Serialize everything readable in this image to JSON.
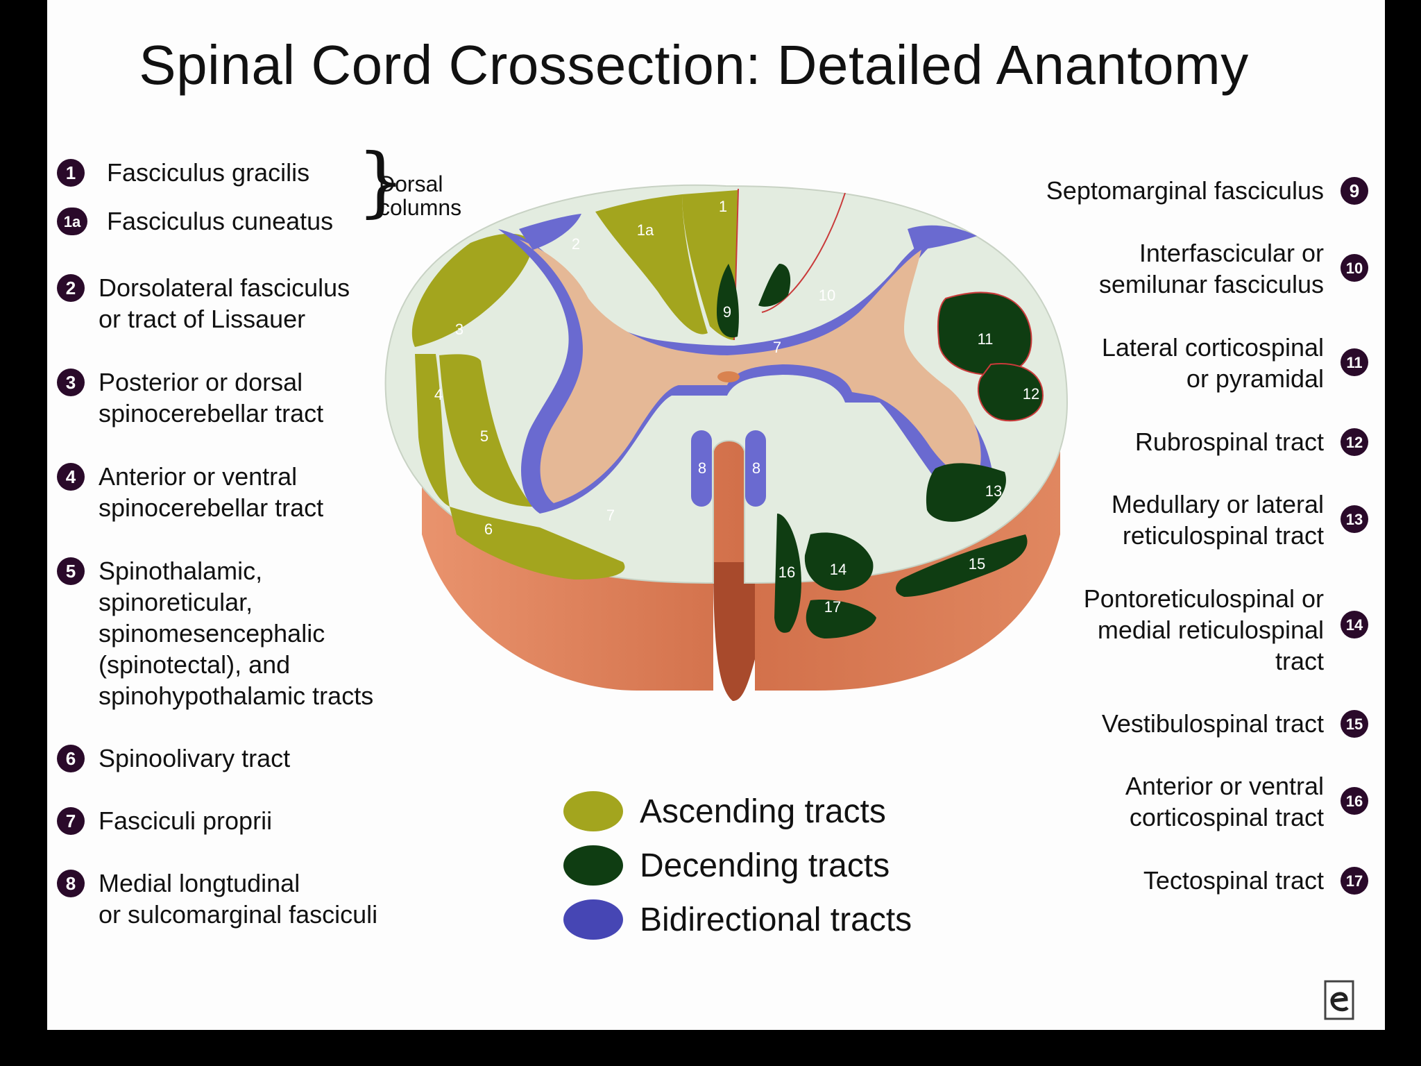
{
  "title": "Spinal Cord Crossection: Detailed Anantomy",
  "dorsal_columns_label": "Dorsal\ncolumns",
  "left_items": [
    {
      "num": "1",
      "text": "Fasciculus gracilis"
    },
    {
      "num": "1a",
      "text": "Fasciculus cuneatus"
    },
    {
      "num": "2",
      "text": "Dorsolateral fasciculus\nor tract of Lissauer"
    },
    {
      "num": "3",
      "text": "Posterior or dorsal\nspinocerebellar tract"
    },
    {
      "num": "4",
      "text": "Anterior or ventral\nspinocerebellar tract"
    },
    {
      "num": "5",
      "text": "Spinothalamic,\nspinoreticular,\nspinomesencephalic\n(spinotectal), and\nspinohypothalamic tracts"
    },
    {
      "num": "6",
      "text": "Spinoolivary tract"
    },
    {
      "num": "7",
      "text": "Fasciculi proprii"
    },
    {
      "num": "8",
      "text": "Medial longtudinal\nor sulcomarginal fasciculi"
    }
  ],
  "right_items": [
    {
      "num": "9",
      "text": "Septomarginal fasciculus"
    },
    {
      "num": "10",
      "text": "Interfascicular or\nsemilunar fasciculus"
    },
    {
      "num": "11",
      "text": "Lateral corticospinal\nor pyramidal"
    },
    {
      "num": "12",
      "text": "Rubrospinal tract"
    },
    {
      "num": "13",
      "text": "Medullary or lateral\nreticulospinal tract"
    },
    {
      "num": "14",
      "text": "Pontoreticulospinal or\nmedial reticulospinal\ntract"
    },
    {
      "num": "15",
      "text": "Vestibulospinal tract"
    },
    {
      "num": "16",
      "text": "Anterior or ventral\ncorticospinal tract"
    },
    {
      "num": "17",
      "text": "Tectospinal tract"
    }
  ],
  "legend": [
    {
      "label": "Ascending tracts",
      "color": "#a3a51e"
    },
    {
      "label": "Decending tracts",
      "color": "#0f3d12"
    },
    {
      "label": "Bidirectional tracts",
      "color": "#4646b4"
    }
  ],
  "diagram_labels": [
    "1",
    "1a",
    "2",
    "3",
    "4",
    "5",
    "6",
    "7",
    "7",
    "7",
    "8",
    "8",
    "9",
    "10",
    "11",
    "12",
    "13",
    "14",
    "15",
    "16",
    "17"
  ],
  "colors": {
    "white_matter": "#e3ece0",
    "gray_matter": "#e5b896",
    "ascending": "#a3a51e",
    "descending": "#0f3d12",
    "bidirectional": "#6a6ad0",
    "side_surface": "#d97a55",
    "badge": "#2a0a2a"
  }
}
